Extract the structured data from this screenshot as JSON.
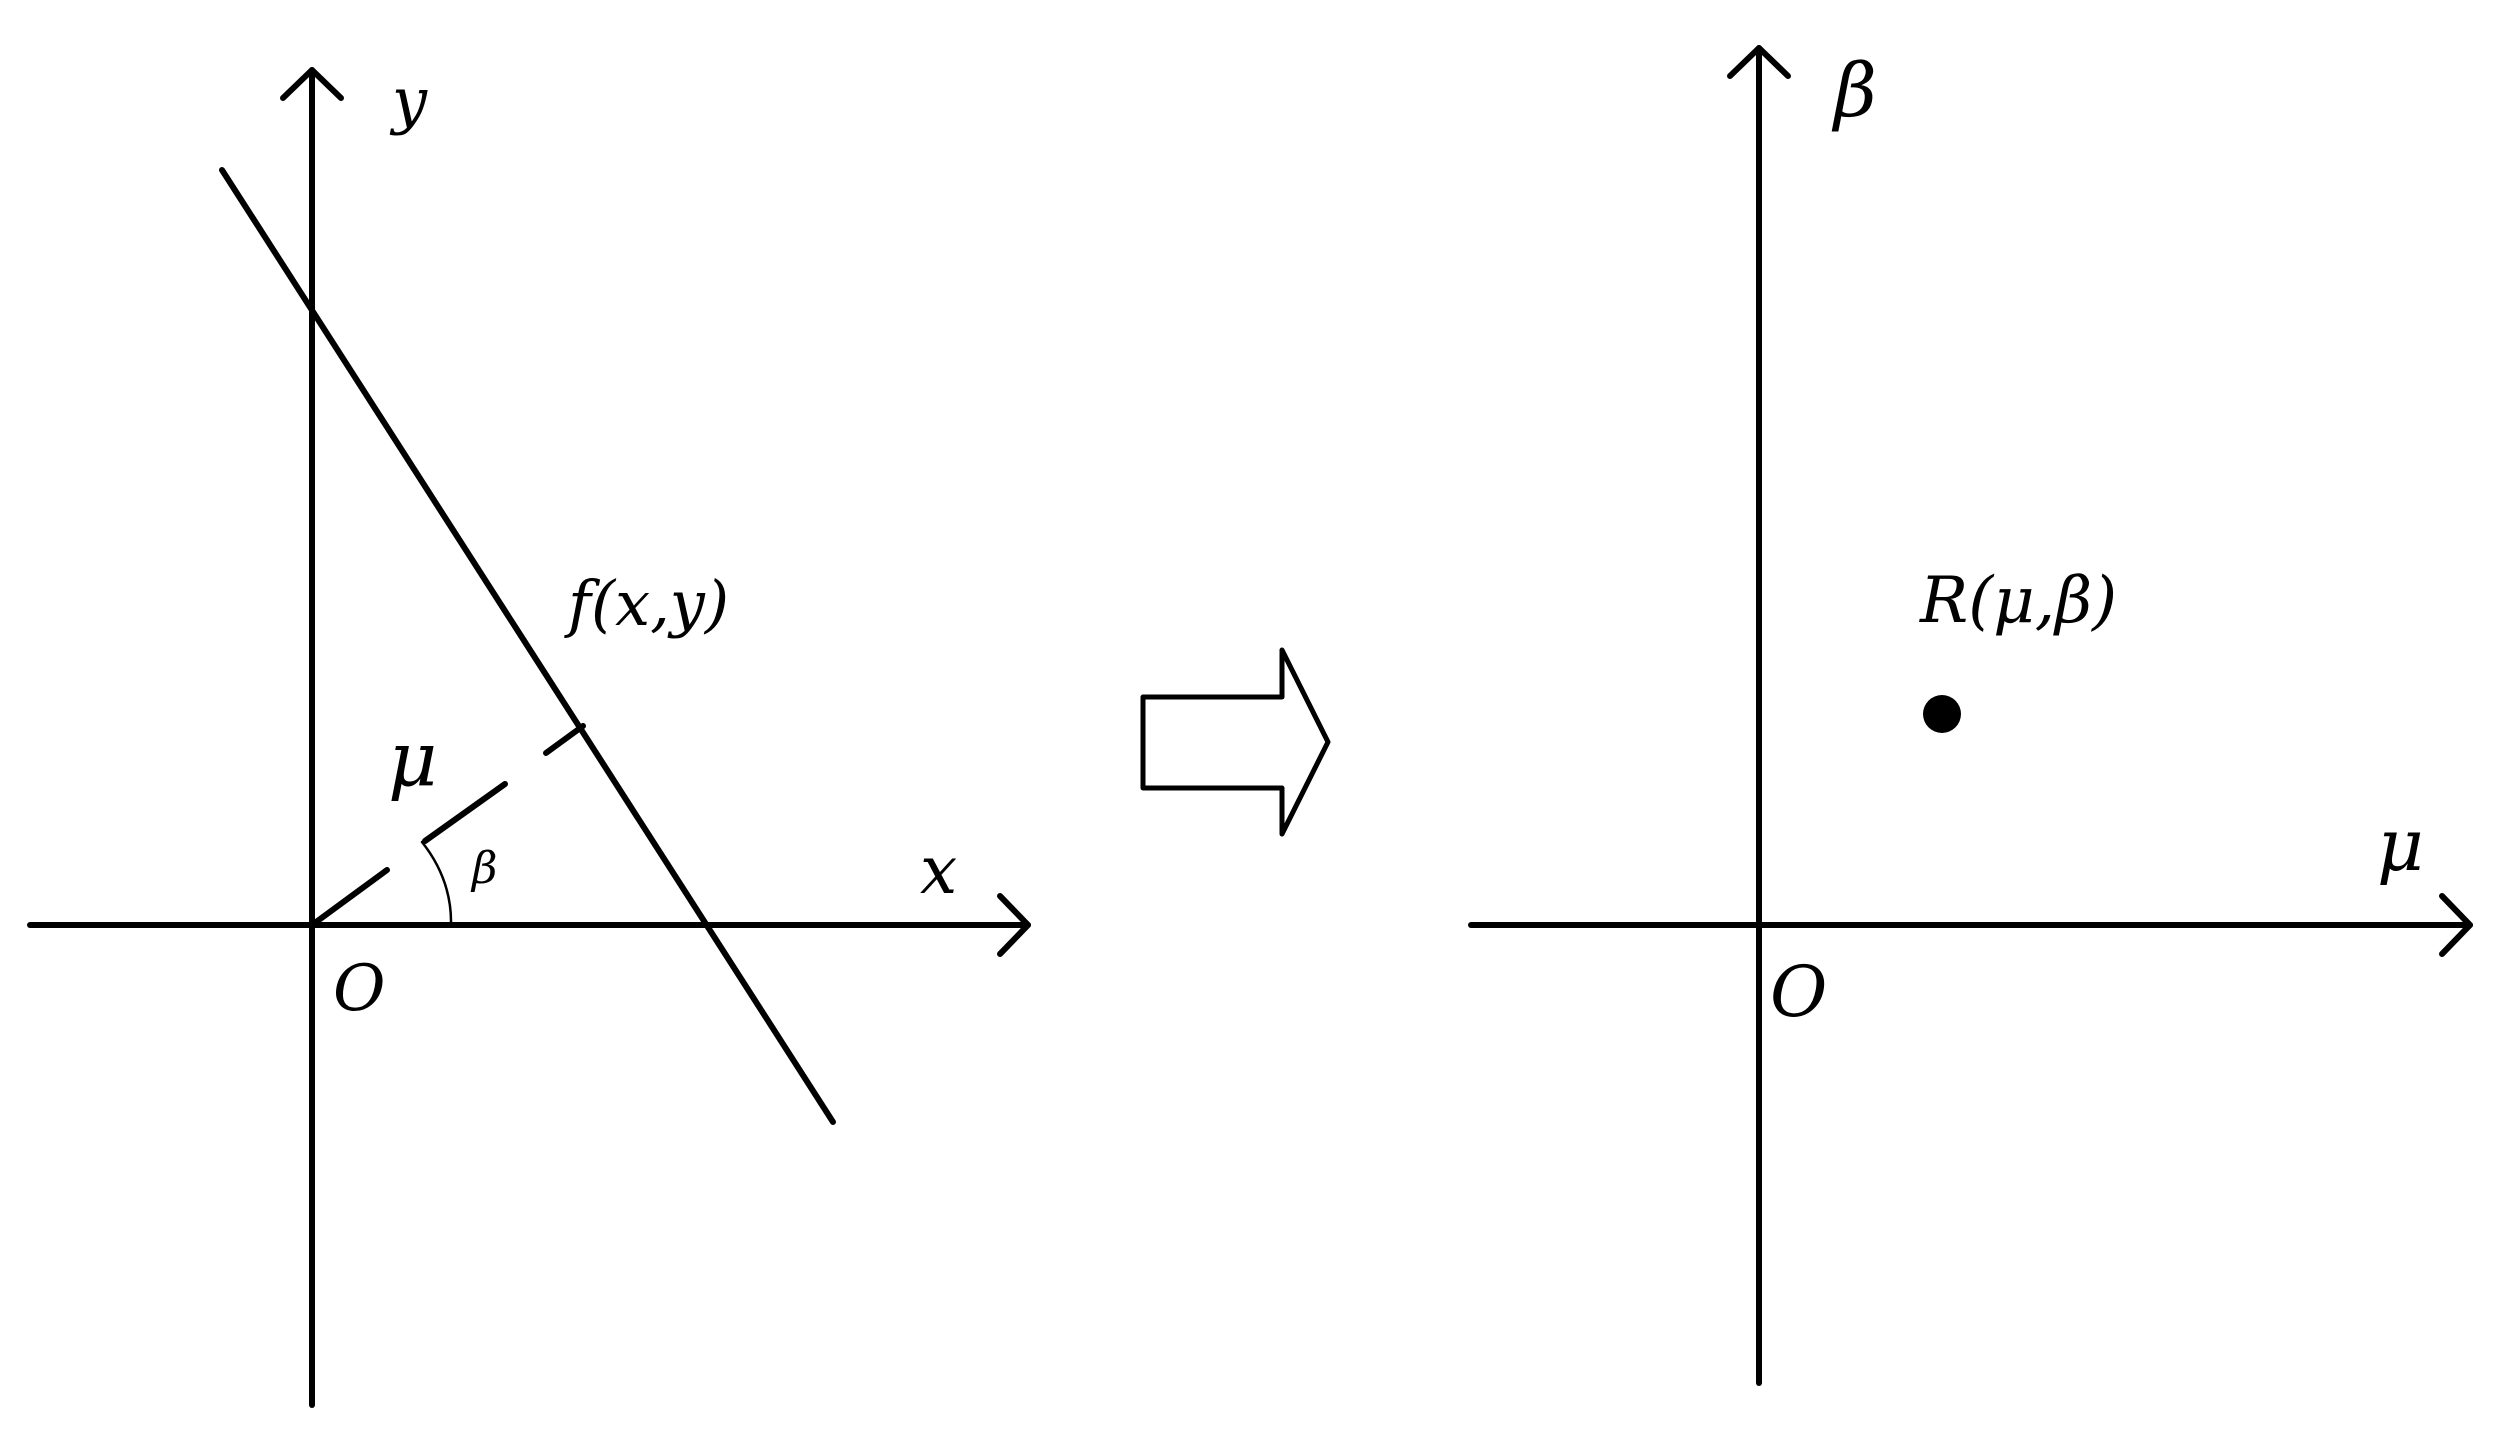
{
  "left_panel": {
    "x_axis_label": "x",
    "y_axis_label": "y",
    "origin_label": "O",
    "line_label": "f(x,y)",
    "distance_label": "μ",
    "angle_label": "β"
  },
  "transform_arrow": {
    "icon": "hollow-right-arrow-icon"
  },
  "right_panel": {
    "x_axis_label": "μ",
    "y_axis_label": "β",
    "origin_label": "O",
    "point_label": "R(μ,β)"
  }
}
